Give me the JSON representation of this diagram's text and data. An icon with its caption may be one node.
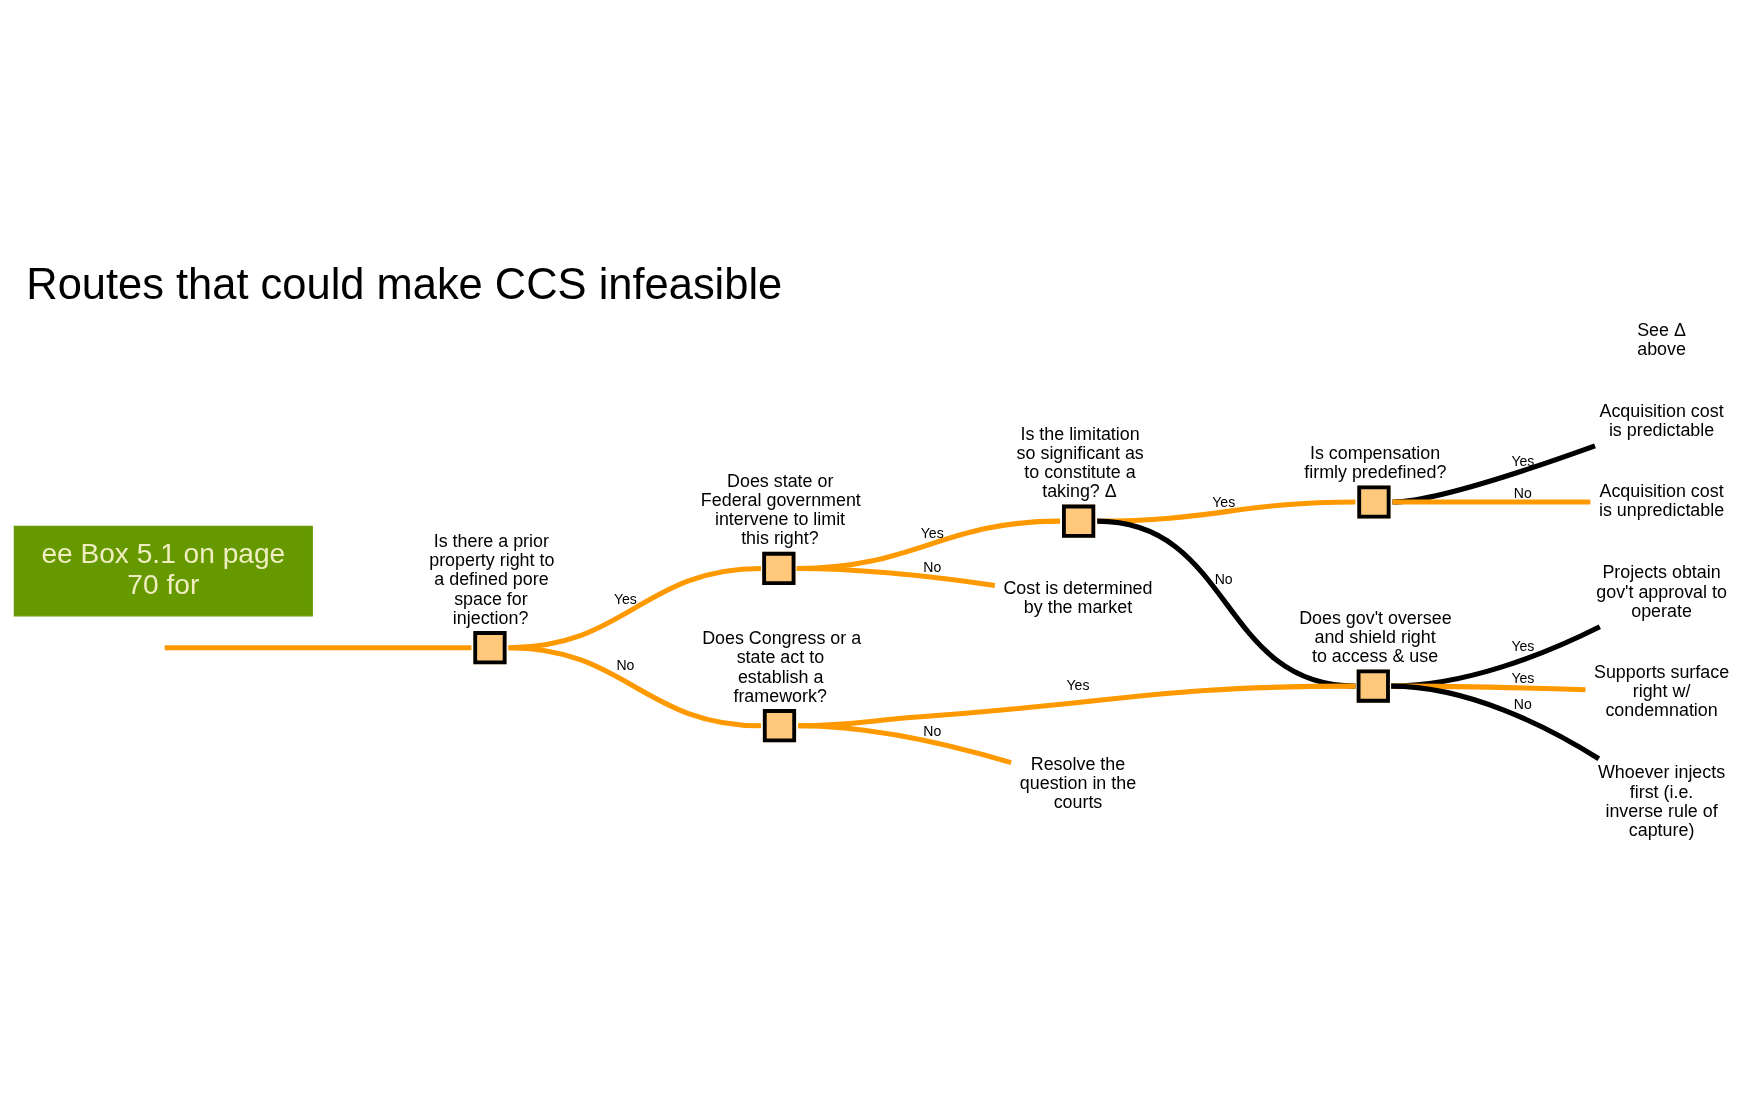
{
  "diagram": {
    "title": "Routes that could make CCS infeasible",
    "nodes": [
      {
        "text": [],
        "shape": "box",
        "beside": [
          "Is there a prior property right to a defined pore space for injection?"
        ]
      },
      {
        "text": [],
        "shape": "box",
        "beside": [
          "Does state or Federal government intervene to limit this right?"
        ]
      },
      {
        "text": [],
        "shape": "box",
        "beside": [
          "Is the limitation so significant as to constitute a taking? Δ"
        ]
      },
      {
        "text": [],
        "shape": "box",
        "beside": [
          "Is compensation firmly predefined?"
        ]
      },
      {
        "text": [
          "Acquisition cost is predictable"
        ]
      },
      {
        "text": [
          "Acquisition cost is unpredictable"
        ]
      },
      {
        "text": [
          "Cost is determined by the market"
        ]
      },
      {
        "text": [],
        "shape": "box",
        "beside": [
          "Does Congress or a state act to establish a framework?"
        ]
      },
      {
        "text": [],
        "shape": "box",
        "beside": [
          "Does gov't oversee and shield right to access & use"
        ]
      },
      {
        "text": [
          "Projects obtain gov't approval to operate"
        ]
      },
      {
        "text": [
          "Supports surface right w/ condemnation"
        ]
      },
      {
        "text": [
          "Whoever injects first (i.e. inverse rule of capture)"
        ]
      },
      {
        "text": [
          "Resolve the question in the courts"
        ]
      },
      {
        "text": [
          "ee Box 5.1 on page 70 for"
        ]
      }
    ],
    "edges": [
      {
        "from": null,
        "to": 0,
        "arrow": "none"
      },
      {
        "from": 0,
        "to": 1,
        "arrow": "none",
        "label": "Yes"
      },
      {
        "from": 0,
        "to": 7,
        "arrow": "none",
        "label": "No"
      },
      {
        "from": 1,
        "to": 2,
        "arrow": "none",
        "label": "Yes"
      },
      {
        "from": 1,
        "to": 6,
        "arrow": "none",
        "label": "No"
      },
      {
        "from": 2,
        "to": 3,
        "arrow": "none",
        "label": "Yes"
      },
      {
        "from": 2,
        "to": 8,
        "arrow": "none",
        "label": "No",
        "color": "#000000"
      },
      {
        "from": 3,
        "to": 4,
        "arrow": "none",
        "label": "Yes",
        "color": "#000000"
      },
      {
        "from": 3,
        "to": 5,
        "arrow": "none",
        "label": "No"
      },
      {
        "from": 7,
        "to": 8,
        "arrow": "none",
        "label": "Yes"
      },
      {
        "from": 7,
        "to": 12,
        "arrow": "none",
        "label": "No"
      },
      {
        "from": 8,
        "to": 9,
        "arrow": "none",
        "label": "Yes",
        "color": "#000000"
      },
      {
        "from": 8,
        "to": 10,
        "arrow": "none",
        "label": "Yes"
      },
      {
        "from": 8,
        "to": 11,
        "arrow": "none",
        "label": "No",
        "color": "#000000"
      }
    ],
    "labels": [
      "See Δ above"
    ]
  }
}
